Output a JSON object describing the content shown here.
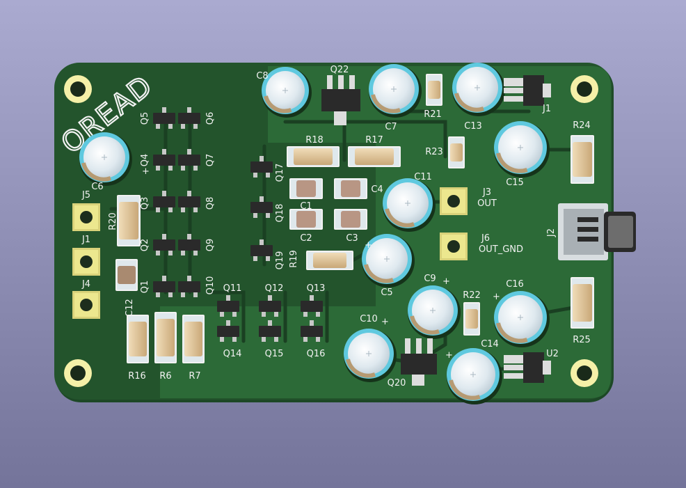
{
  "board": {
    "logo_text": "OREAD",
    "colors": {
      "background_top": "#aaaad0",
      "background_bottom": "#74749a",
      "board": "#23542c",
      "board_light": "#2c6a37",
      "copper_trace": "#1c4625",
      "silkscreen": "#f2f2f2",
      "pad_gold": "#dfd985",
      "hole_yellow": "#f5f0a8",
      "cap_cyan": "#5fc9df",
      "resistor_tan": "#e0c7a0"
    }
  },
  "designators": {
    "C1": "C1",
    "C2": "C2",
    "C3": "C3",
    "C4": "C4",
    "C5": "C5",
    "C6": "C6",
    "C7": "C7",
    "C8": "C8",
    "C9": "C9",
    "C10": "C10",
    "C11": "C11",
    "C12": "C12",
    "C13": "C13",
    "C14": "C14",
    "C15": "C15",
    "C16": "C16",
    "Q1": "Q1",
    "Q2": "Q2",
    "Q3": "Q3",
    "Q4": "Q4",
    "Q5": "Q5",
    "Q6": "Q6",
    "Q7": "Q7",
    "Q8": "Q8",
    "Q9": "Q9",
    "Q10": "Q10",
    "Q11": "Q11",
    "Q12": "Q12",
    "Q13": "Q13",
    "Q14": "Q14",
    "Q15": "Q15",
    "Q16": "Q16",
    "Q17": "Q17",
    "Q18": "Q18",
    "Q19": "Q19",
    "Q20": "Q20",
    "Q22": "Q22",
    "R6": "R6",
    "R7": "R7",
    "R16": "R16",
    "R17": "R17",
    "R18": "R18",
    "R19": "R19",
    "R20": "R20",
    "R21": "R21",
    "R22": "R22",
    "R23": "R23",
    "R24": "R24",
    "R25": "R25",
    "J1": "J1",
    "J2": "J2",
    "J3": "J3",
    "J4": "J4",
    "J5": "J5",
    "J6": "J6",
    "U1": "J1",
    "U2": "U2",
    "OUT": "OUT",
    "OUT_GND": "OUT_GND"
  }
}
